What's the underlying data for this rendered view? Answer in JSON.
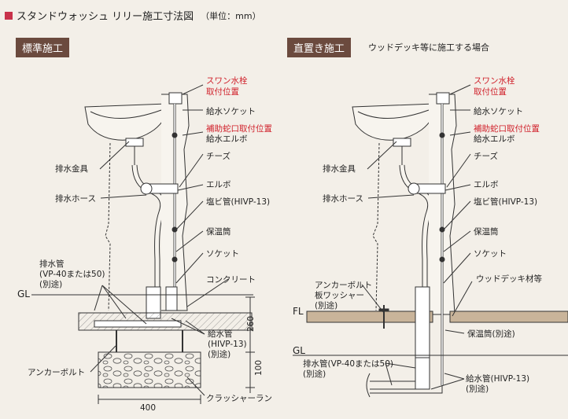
{
  "header": {
    "title": "スタンドウォッシュ リリー施工寸法図",
    "unit": "（単位：mm）",
    "accent": "#c8324a",
    "badge_color": "#6b4a3e"
  },
  "left": {
    "badge": "標準施工",
    "labels": {
      "swan": "スワン水栓",
      "swan2": "取付位置",
      "supply_socket": "給水ソケット",
      "aux_valve": "補助蛇口取付位置",
      "supply_elbow": "給水エルボ",
      "tees": "チーズ",
      "elbow": "エルボ",
      "pvc": "塩ビ管(HIVP-13)",
      "insulation": "保温筒",
      "socket": "ソケット",
      "concrete": "コンクリート",
      "drain_fitting": "排水金具",
      "drain_hose": "排水ホース",
      "drain_pipe": "排水管",
      "drain_pipe_spec": "(VP-40または50)",
      "drain_sep": "(別途)",
      "gl": "GL",
      "supply_pipe": "給水管",
      "supply_pipe_spec": "(HIVP-13)",
      "supply_sep": "(別途)",
      "anchor": "アンカーボルト",
      "crusher": "クラッシャーラン",
      "dim_260": "260",
      "dim_100": "100",
      "dim_400": "400"
    }
  },
  "right": {
    "badge": "直置き施工",
    "note": "ウッドデッキ等に施工する場合",
    "labels": {
      "swan": "スワン水栓",
      "swan2": "取付位置",
      "supply_socket": "給水ソケット",
      "aux_valve": "補助蛇口取付位置",
      "supply_elbow": "給水エルボ",
      "tees": "チーズ",
      "elbow": "エルボ",
      "pvc": "塩ビ管(HIVP-13)",
      "insulation": "保温筒",
      "socket": "ソケット",
      "deck": "ウッドデッキ材等",
      "anchor": "アンカーボルト",
      "washer": "板ワッシャー",
      "anchor_sep": "(別途)",
      "fl": "FL",
      "insul_sep": "保温筒(別途)",
      "gl": "GL",
      "drain_pipe": "排水管(VP-40または50)",
      "drain_sep": "(別途)",
      "supply_pipe": "給水管(HIVP-13)",
      "supply_sep": "(別途)",
      "drain_fitting": "排水金具",
      "drain_hose": "排水ホース"
    }
  }
}
